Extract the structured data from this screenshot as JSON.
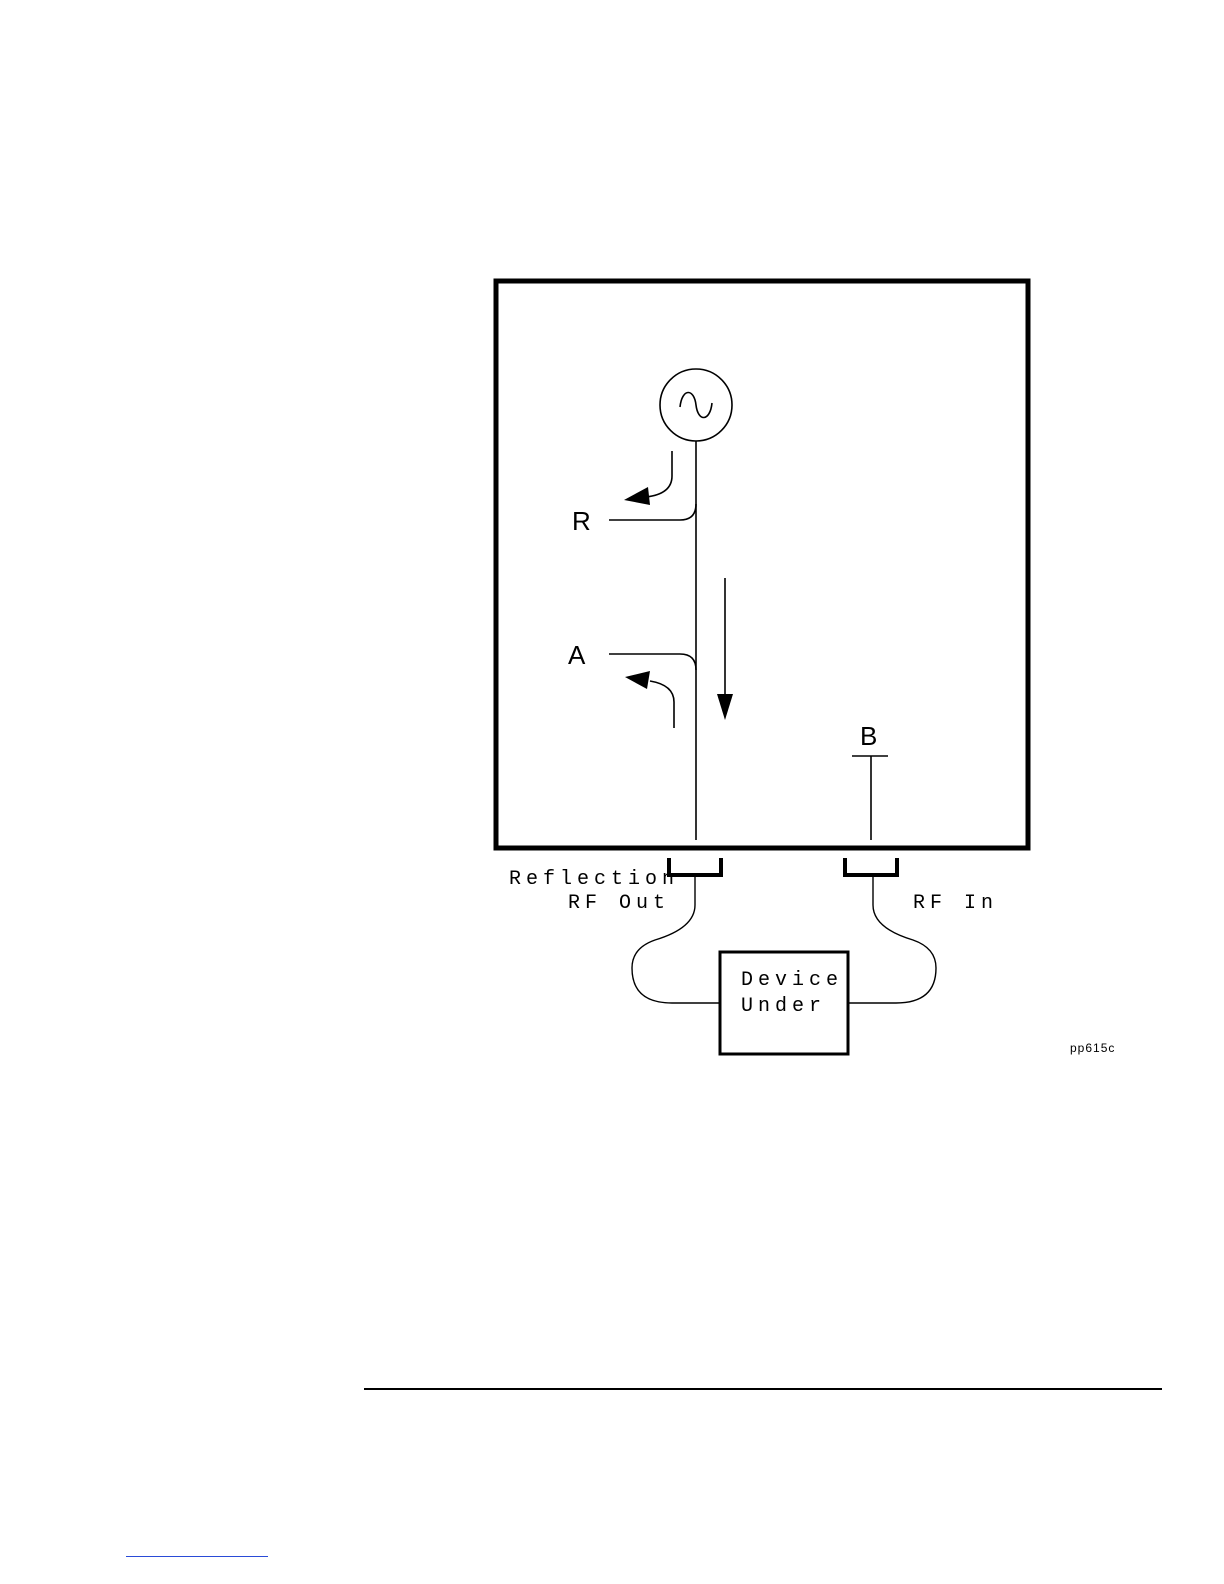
{
  "diagram": {
    "labels": {
      "r": "R",
      "a": "A",
      "b": "B",
      "reflection_line1": "Reflection",
      "reflection_line2": "RF Out",
      "rf_in": "RF In",
      "device_line1": "Device",
      "device_line2": "Under",
      "figure_id": "pp615c"
    }
  }
}
